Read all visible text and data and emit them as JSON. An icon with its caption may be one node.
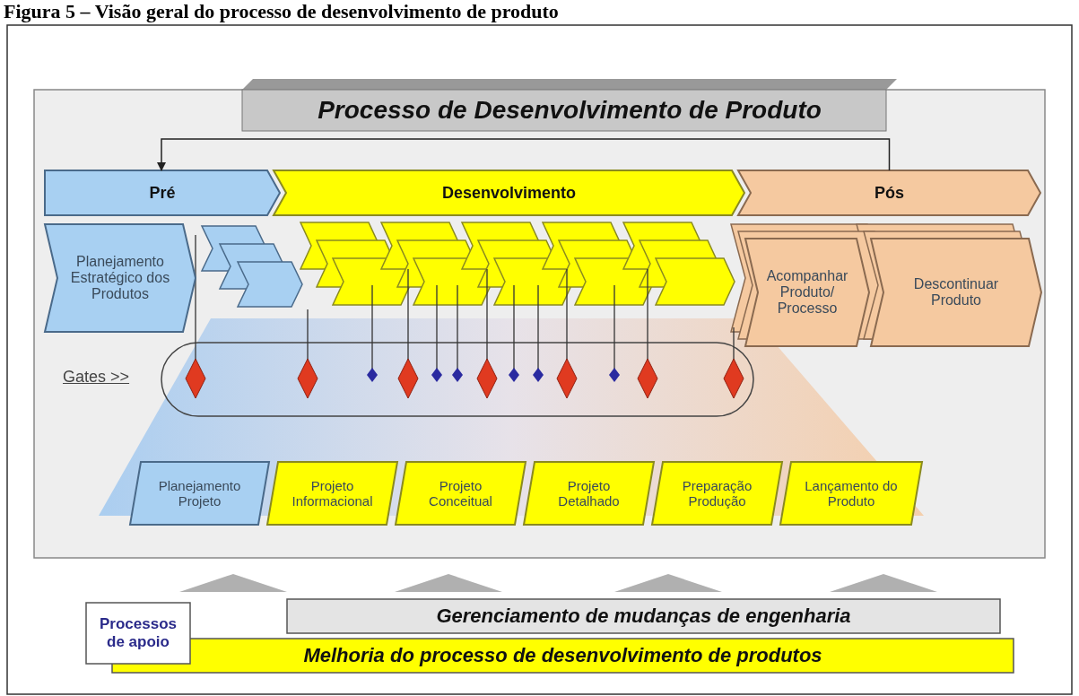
{
  "diagram": {
    "title": "Figura 5 – Visão geral do processo de desenvolvimento de produto",
    "nodes": [
      {
        "text": [
          "Processo de Desenvolvimento de Produto"
        ]
      },
      {
        "text": [
          "Pré"
        ]
      },
      {
        "text": [
          "Desenvolvimento"
        ]
      },
      {
        "text": [
          "Pós"
        ]
      },
      {
        "text": [
          "Planejamento Estratégico dos Produtos"
        ]
      },
      {
        "text": [
          "Acompanhar Produto/ Processo"
        ]
      },
      {
        "text": [
          "Descontinuar Produto"
        ]
      },
      {
        "text": [
          "Planejamento Projeto"
        ]
      },
      {
        "text": [
          "Projeto Informacional"
        ]
      },
      {
        "text": [
          "Projeto Conceitual"
        ]
      },
      {
        "text": [
          "Projeto Detalhado"
        ]
      },
      {
        "text": [
          "Preparação Produção"
        ]
      },
      {
        "text": [
          "Lançamento do Produto"
        ]
      },
      {
        "text": [
          "Processos de apoio"
        ]
      },
      {
        "text": [
          "Gerenciamento de mudanças de engenharia"
        ]
      },
      {
        "text": [
          "Melhoria do processo de desenvolvimento de produtos"
        ]
      }
    ],
    "edges": [
      {
        "from": 3,
        "to": 1,
        "arrow": "to"
      }
    ],
    "labels": [
      "Gates >>"
    ]
  }
}
